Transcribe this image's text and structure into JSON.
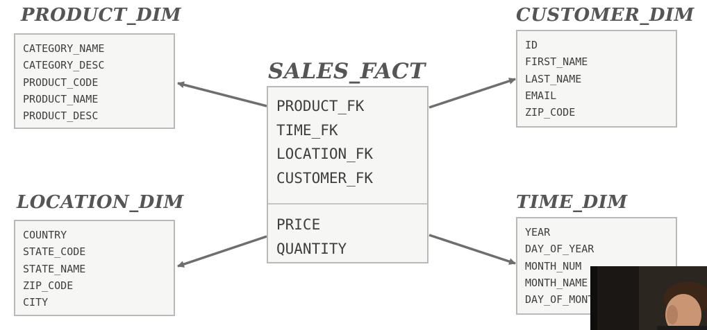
{
  "tables": {
    "product_dim": {
      "title": "PRODUCT_DIM",
      "fields": [
        "CATEGORY_NAME",
        "CATEGORY_DESC",
        "PRODUCT_CODE",
        "PRODUCT_NAME",
        "PRODUCT_DESC"
      ]
    },
    "customer_dim": {
      "title": "CUSTOMER_DIM",
      "fields": [
        "ID",
        "FIRST_NAME",
        "LAST_NAME",
        "EMAIL",
        "ZIP_CODE"
      ]
    },
    "location_dim": {
      "title": "LOCATION_DIM",
      "fields": [
        "COUNTRY",
        "STATE_CODE",
        "STATE_NAME",
        "ZIP_CODE",
        "CITY"
      ]
    },
    "time_dim": {
      "title": "TIME_DIM",
      "fields": [
        "YEAR",
        "DAY_OF_YEAR",
        "MONTH_NUM",
        "MONTH_NAME",
        "DAY_OF_MONTH"
      ]
    },
    "sales_fact": {
      "title": "SALES_FACT",
      "keys": [
        "PRODUCT_FK",
        "TIME_FK",
        "LOCATION_FK",
        "CUSTOMER_FK"
      ],
      "measures": [
        "PRICE",
        "QUANTITY"
      ]
    }
  },
  "relationships": [
    {
      "from": "sales_fact",
      "to": "product_dim"
    },
    {
      "from": "sales_fact",
      "to": "customer_dim"
    },
    {
      "from": "sales_fact",
      "to": "location_dim"
    },
    {
      "from": "sales_fact",
      "to": "time_dim"
    }
  ],
  "colors": {
    "title": "#555555",
    "box_fill": "#f6f6f4",
    "box_border": "#b9b9b7",
    "text": "#3e3e3e",
    "arrow": "#6e6e6e"
  },
  "overlay": {
    "type": "presenter-video-thumbnail"
  }
}
